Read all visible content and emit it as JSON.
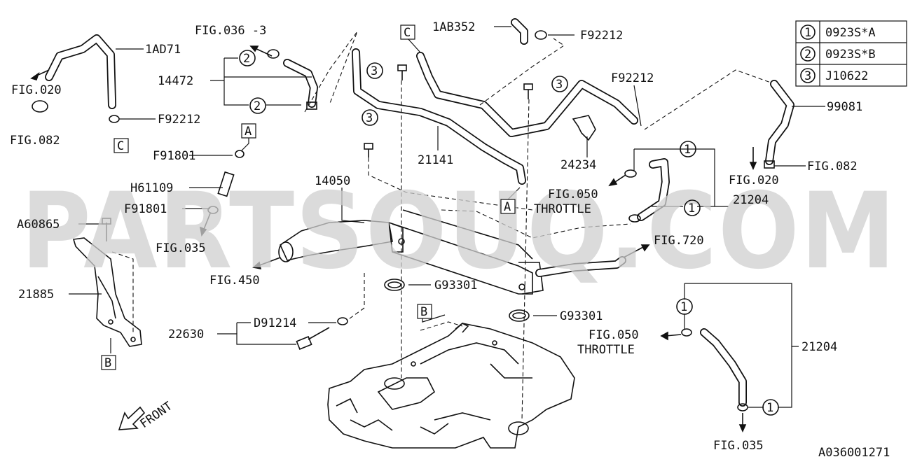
{
  "watermark": "PARTSOUQ.COM",
  "diagram_code": "A036001271",
  "legend": [
    {
      "mark": "1",
      "code": "0923S*A"
    },
    {
      "mark": "2",
      "code": "0923S*B"
    },
    {
      "mark": "3",
      "code": "J10622"
    }
  ],
  "labels": {
    "fig036_3": "FIG.036 -3",
    "p1ab352": "1AB352",
    "f92212_top": "F92212",
    "p1ad71": "1AD71",
    "fig020_left": "FIG.020",
    "fig082_left": "FIG.082",
    "f92212_left": "F92212",
    "p14472": "14472",
    "f92212_mid": "F92212",
    "p99081": "99081",
    "p21141": "21141",
    "p24234": "24234",
    "fig020_right": "FIG.020",
    "fig082_right": "FIG.082",
    "f91801_a": "F91801",
    "h61109": "H61109",
    "f91801_b": "F91801",
    "fig035_left": "FIG.035",
    "a60865": "A60865",
    "p14050": "14050",
    "fig050_a": "FIG.050",
    "throttle_a": "THROTTLE",
    "p21204_a": "21204",
    "fig720": "FIG.720",
    "fig450": "FIG.450",
    "p21885": "21885",
    "g93301_a": "G93301",
    "g93301_b": "G93301",
    "p22630": "22630",
    "d91214": "D91214",
    "fig050_b": "FIG.050",
    "throttle_b": "THROTTLE",
    "p21204_b": "21204",
    "front": "FRONT",
    "fig035_right": "FIG.035"
  },
  "callouts": {
    "a": "A",
    "b": "B",
    "c": "C",
    "n1": "1",
    "n2": "2",
    "n3": "3"
  }
}
